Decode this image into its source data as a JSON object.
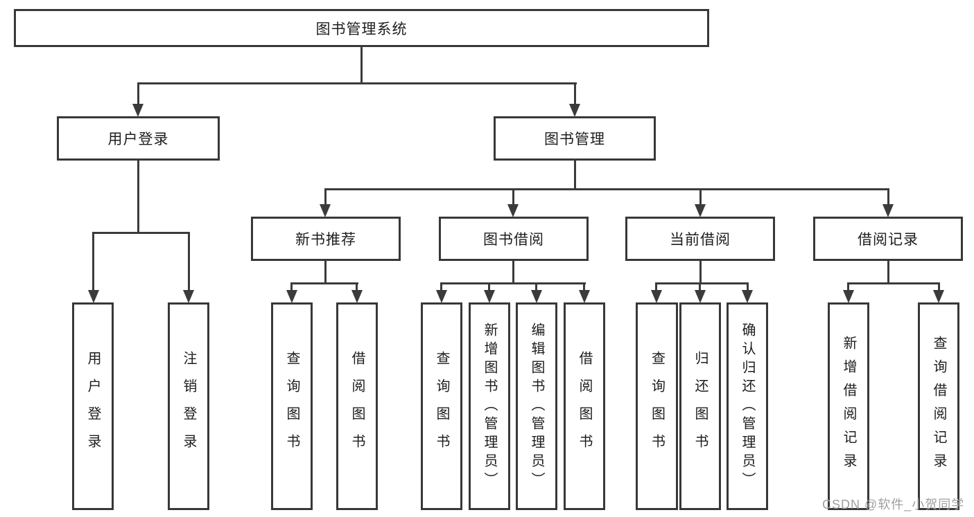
{
  "colors": {
    "line": "#3b3b3b",
    "box_border": "#383838",
    "text": "#1d1d1d",
    "background": "#ffffff",
    "watermark": "#a0a0a0"
  },
  "tree": {
    "root": {
      "label": "图书管理系统"
    },
    "level2": [
      {
        "label": "用户登录",
        "children": [
          {
            "label": "用户登录"
          },
          {
            "label": "注销登录"
          }
        ]
      },
      {
        "label": "图书管理",
        "sections": [
          {
            "label": "新书推荐",
            "children": [
              {
                "label": "查询图书"
              },
              {
                "label": "借阅图书"
              }
            ]
          },
          {
            "label": "图书借阅",
            "children": [
              {
                "label": "查询图书"
              },
              {
                "label": "新增图书（管理员）"
              },
              {
                "label": "编辑图书（管理员）"
              },
              {
                "label": "借阅图书"
              }
            ]
          },
          {
            "label": "当前借阅",
            "children": [
              {
                "label": "查询图书"
              },
              {
                "label": "归还图书"
              },
              {
                "label": "确认归还（管理员）"
              }
            ]
          },
          {
            "label": "借阅记录",
            "children": [
              {
                "label": "新增借阅记录"
              },
              {
                "label": "查询借阅记录"
              }
            ]
          }
        ]
      }
    ]
  },
  "watermark": "CSDN @软件_小贺同学"
}
